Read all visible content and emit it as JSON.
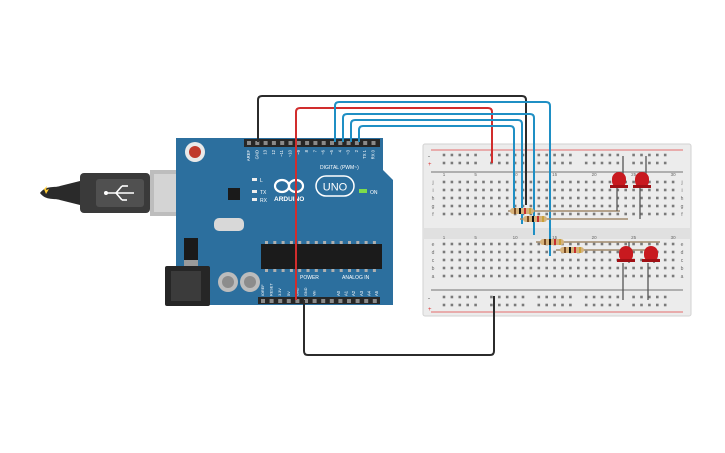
{
  "arduino": {
    "brand": "ARDUINO",
    "model": "UNO",
    "on_label": "ON",
    "led_l": "L",
    "led_tx": "TX",
    "led_rx": "RX",
    "digital_header": "DIGITAL (PWM~)",
    "power_header": "POWER",
    "analog_header": "ANALOG IN",
    "top_pins": [
      "AREF",
      "GND",
      "13",
      "12",
      "~11",
      "~10",
      "~9",
      "8",
      "7",
      "~6",
      "~5",
      "4",
      "~3",
      "2",
      "TX 1",
      "RX 0"
    ],
    "power_pins": [
      "IOREF",
      "RESET",
      "3.3V",
      "5V",
      "GND",
      "GND",
      "Vin"
    ],
    "analog_pins": [
      "A0",
      "A1",
      "A2",
      "A3",
      "A4",
      "A5"
    ]
  },
  "breadboard": {
    "row_letters_top": [
      "j",
      "i",
      "h",
      "g",
      "f"
    ],
    "row_letters_bottom": [
      "e",
      "d",
      "c",
      "b",
      "a"
    ],
    "plus": "+",
    "minus": "-",
    "column_numbers": [
      "1",
      "",
      "",
      "",
      "5",
      "",
      "",
      "",
      "",
      "10",
      "",
      "",
      "",
      "",
      "15",
      "",
      "",
      "",
      "",
      "20",
      "",
      "",
      "",
      "",
      "25",
      "",
      "",
      "",
      "",
      "30"
    ]
  },
  "colors": {
    "board_blue": "#2c6f9e",
    "wire_black": "#2b2b2b",
    "wire_red": "#d12d2d",
    "wire_blue": "#1f8fc4",
    "led_red": "#c8191f",
    "breadboard": "#ececec"
  },
  "icons": [
    "usb-plug-icon",
    "arduino-infinity-logo-icon",
    "reset-button-icon"
  ]
}
